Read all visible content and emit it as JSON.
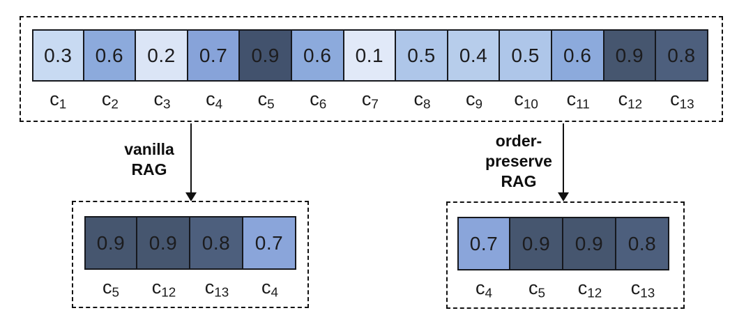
{
  "figure": {
    "chunk_symbol": "c",
    "pool": {
      "cells": [
        {
          "sub": "1",
          "value": "0.3",
          "color": "#c8daf2"
        },
        {
          "sub": "2",
          "value": "0.6",
          "color": "#8caadc"
        },
        {
          "sub": "3",
          "value": "0.2",
          "color": "#dbe5f6"
        },
        {
          "sub": "4",
          "value": "0.7",
          "color": "#87a3d9"
        },
        {
          "sub": "5",
          "value": "0.9",
          "color": "#42526d"
        },
        {
          "sub": "6",
          "value": "0.6",
          "color": "#8caadc"
        },
        {
          "sub": "7",
          "value": "0.1",
          "color": "#e1e9f8"
        },
        {
          "sub": "8",
          "value": "0.5",
          "color": "#aec6e9"
        },
        {
          "sub": "9",
          "value": "0.4",
          "color": "#b7cdeb"
        },
        {
          "sub": "10",
          "value": "0.5",
          "color": "#aec6e9"
        },
        {
          "sub": "11",
          "value": "0.6",
          "color": "#8caadc"
        },
        {
          "sub": "12",
          "value": "0.9",
          "color": "#46566f"
        },
        {
          "sub": "13",
          "value": "0.8",
          "color": "#4d5f7d"
        }
      ]
    },
    "branches": [
      {
        "label_lines": [
          "vanilla",
          "RAG"
        ],
        "cells": [
          {
            "sub": "5",
            "value": "0.9",
            "color": "#46566f"
          },
          {
            "sub": "12",
            "value": "0.9",
            "color": "#46566f"
          },
          {
            "sub": "13",
            "value": "0.8",
            "color": "#4d5f7d"
          },
          {
            "sub": "4",
            "value": "0.7",
            "color": "#8aa5da"
          }
        ]
      },
      {
        "label_lines": [
          "order-",
          "preserve",
          "RAG"
        ],
        "cells": [
          {
            "sub": "4",
            "value": "0.7",
            "color": "#8aa5da"
          },
          {
            "sub": "5",
            "value": "0.9",
            "color": "#46566f"
          },
          {
            "sub": "12",
            "value": "0.9",
            "color": "#46566f"
          },
          {
            "sub": "13",
            "value": "0.8",
            "color": "#4d5f7d"
          }
        ]
      }
    ]
  }
}
